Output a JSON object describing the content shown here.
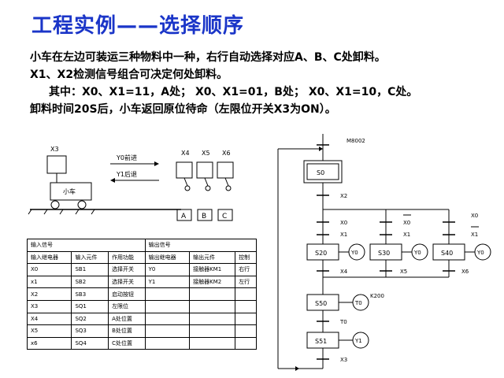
{
  "title": "工程实例——选择顺序",
  "description": {
    "line1": "小车在左边可装运三种物料中一种，右行自动选择对应A、B、C处卸料。",
    "line2": "X1、X2检测信号组合可决定何处卸料。",
    "line3": "其中：X0、X1=11，A处；  X0、X1=01，B处；  X0、X1=10，C处。",
    "line4": "卸料时间20S后，小车返回原位待命（左限位开关X3为ON）。"
  },
  "cart_diagram": {
    "x3": "X3",
    "y0": "Y0前进",
    "y1": "Y1后退",
    "cart": "小车",
    "sensors": [
      "X4",
      "X5",
      "X6"
    ],
    "stations": [
      "A",
      "B",
      "C"
    ]
  },
  "io_table": {
    "input_header": "输入信号",
    "output_header": "输出信号",
    "columns": [
      "输入继电器",
      "输入元件",
      "作用功能",
      "输出继电器",
      "输出元件",
      "控制"
    ],
    "rows": [
      [
        "X0",
        "SB1",
        "选择开关",
        "Y0",
        "接触器KM1",
        "右行"
      ],
      [
        "x1",
        "SB2",
        "选择开关",
        "Y1",
        "接触器KM2",
        "左行"
      ],
      [
        "X2",
        "SB3",
        "启动按钮",
        "",
        "",
        ""
      ],
      [
        "X3",
        "SQ1",
        "左限位",
        "",
        "",
        ""
      ],
      [
        "X4",
        "SQ2",
        "A处位置",
        "",
        "",
        ""
      ],
      [
        "X5",
        "SQ3",
        "B处位置",
        "",
        "",
        ""
      ],
      [
        "x6",
        "SQ4",
        "C处位置",
        "",
        "",
        ""
      ]
    ]
  },
  "sfc": {
    "m8002": "M8002",
    "s0": "S0",
    "x2": "X2",
    "b1_cond_top": "X0",
    "b1_cond_bot": "X1",
    "b2_cond_top": "X0",
    "b2_cond_bot": "X1",
    "b3_cond_top": "X0",
    "b3_cond_bot": "X1",
    "s20": "S20",
    "s30": "S30",
    "s40": "S40",
    "y0": "Y0",
    "x4": "X4",
    "x5": "X5",
    "x6": "X6",
    "s50": "S50",
    "t0": "T0",
    "k200": "K200",
    "t0_cond": "T0",
    "s51": "S51",
    "y1": "Y1",
    "x3": "X3"
  }
}
